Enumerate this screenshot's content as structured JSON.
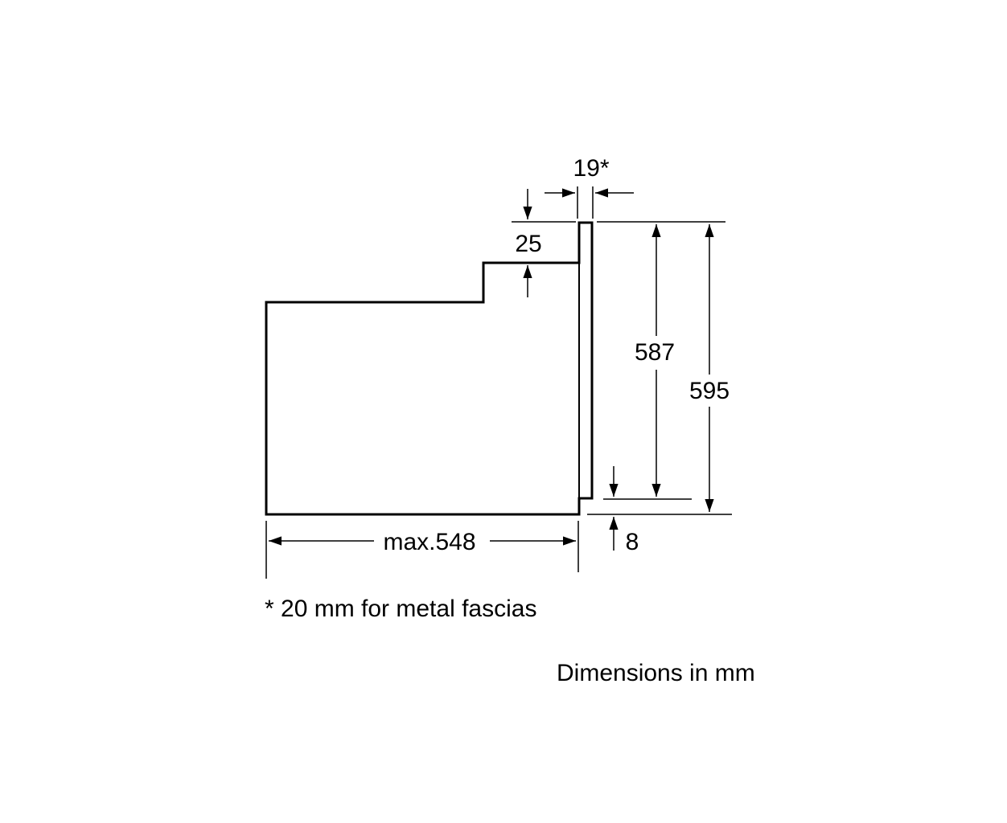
{
  "dimensions": {
    "depth_label": "max.548",
    "top_step_label": "25",
    "fascia_thickness_label": "19*",
    "body_height_label": "587",
    "total_height_label": "595",
    "bottom_gap_label": "8"
  },
  "footnote": "* 20 mm for metal fascias",
  "units_note": "Dimensions in mm",
  "colors": {
    "line": "#000000",
    "background": "#ffffff"
  }
}
